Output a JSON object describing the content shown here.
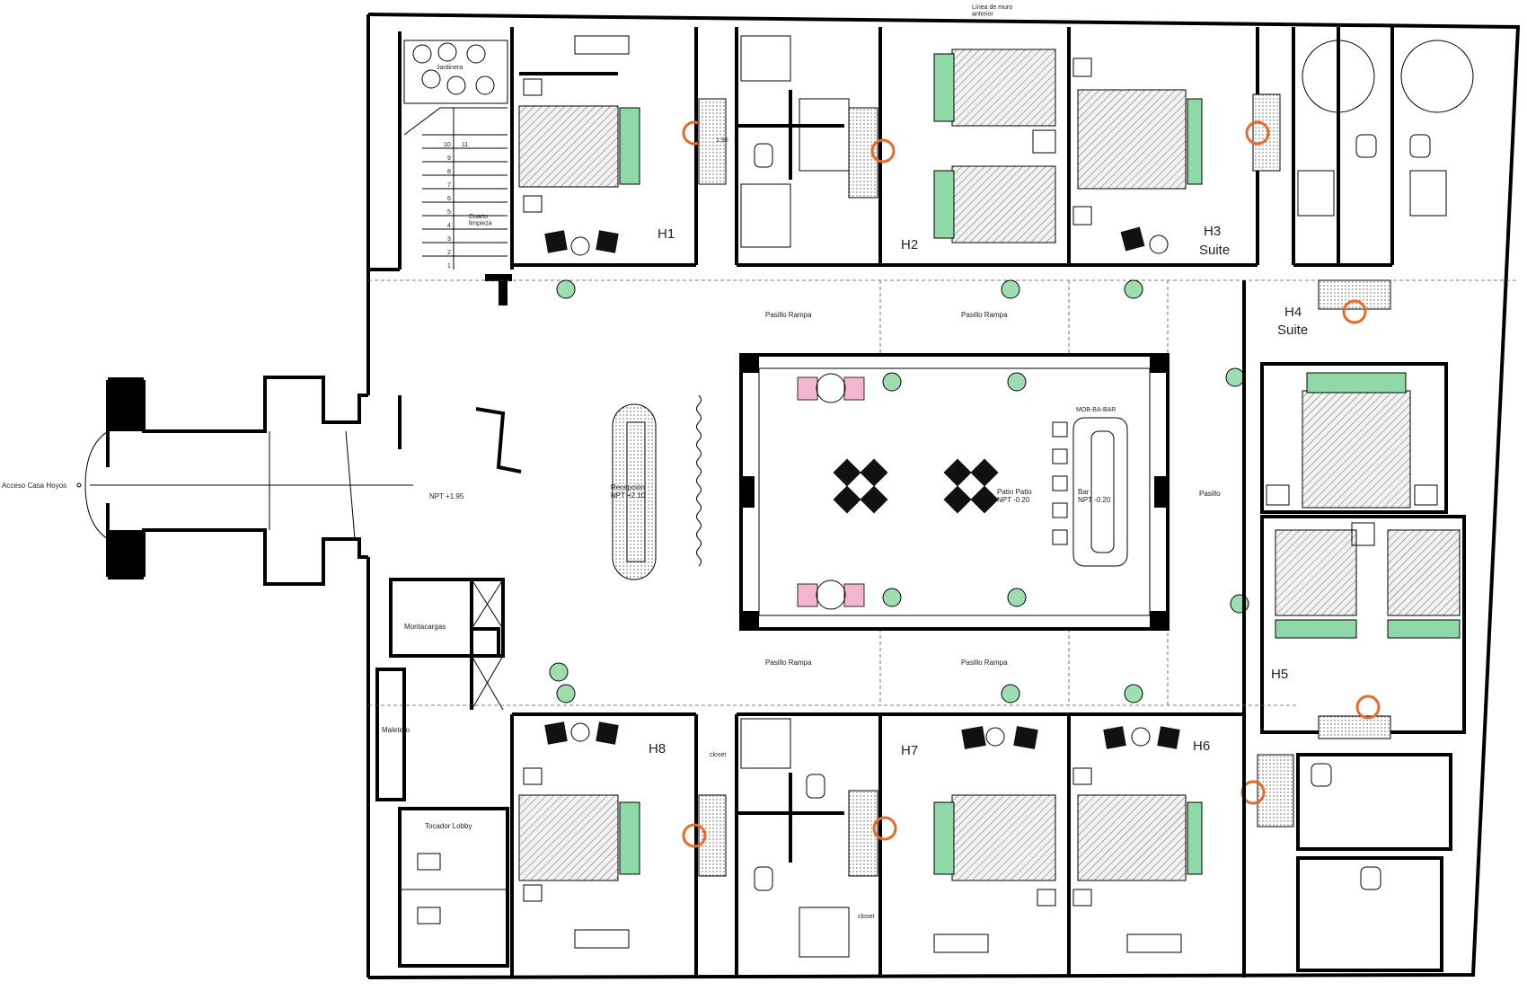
{
  "plan": {
    "title_note": "Línea de muro\nanterior",
    "access_label": "Acceso Casa Hoyos",
    "rooms": {
      "h1": "H1",
      "h2": "H2",
      "h3": "H3",
      "h3_sub": "Suite",
      "h4": "H4",
      "h4_sub": "Suite",
      "h5": "H5",
      "h6": "H6",
      "h7": "H7",
      "h8": "H8"
    },
    "areas": {
      "jardinera": "Jardinera",
      "cuarto_limpieza": "Cuarto\nlimpieza",
      "npt_195": "NPT +1.95",
      "recepcion": "Recepción\nNPT +2.10",
      "montacargas": "Montacargas",
      "maletero": "Maletero",
      "tocador_lobby": "Tocador Lobby",
      "pasillo_rampa": "Pasillo Rampa",
      "pasillo": "Pasillo",
      "patio": "Patio Patio\nNPT -0.20",
      "bar": "Bar\nNPT -0.20",
      "mob_bar": "MOB-BA-BAR"
    },
    "stair_numbers": [
      "1",
      "2",
      "3",
      "4",
      "5",
      "6",
      "7",
      "8",
      "9",
      "10",
      "11"
    ],
    "dimension": "1.90",
    "closet": "closet"
  }
}
